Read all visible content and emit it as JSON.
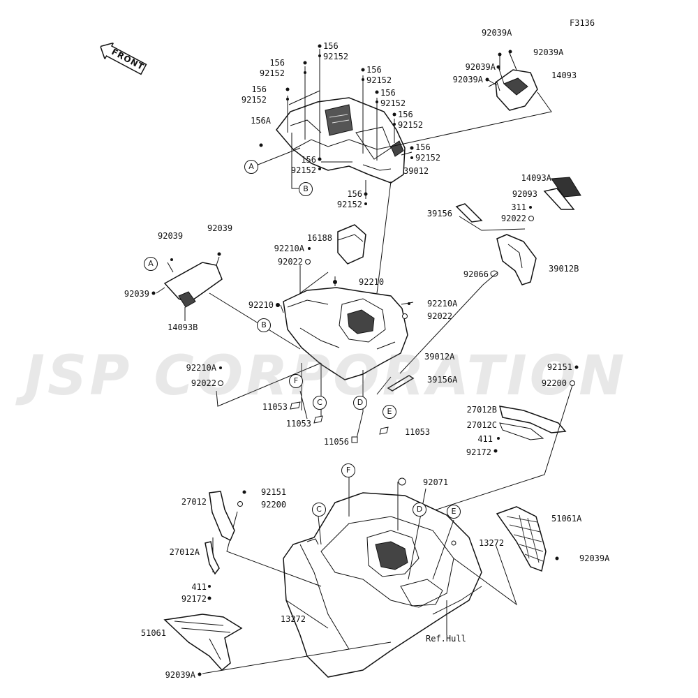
{
  "figure_code": "F3136",
  "front_label": "FRONT",
  "watermark": "JSP CORPORATION",
  "ref_hull": "Ref.Hull",
  "callouts": {
    "A": "A",
    "B": "B",
    "C": "C",
    "D": "D",
    "E": "E",
    "F": "F"
  },
  "parts": {
    "p156": "156",
    "p156A": "156A",
    "p92152": "92152",
    "p39012": "39012",
    "p92039A": "92039A",
    "p14093": "14093",
    "p14093A": "14093A",
    "p92093": "92093",
    "p311": "311",
    "p39156": "39156",
    "p92022": "92022",
    "p92066": "92066",
    "p39012B": "39012B",
    "p16188": "16188",
    "p92210A": "92210A",
    "p92210": "92210",
    "p92039": "92039",
    "p14093B": "14093B",
    "p39012A": "39012A",
    "p39156A": "39156A",
    "p11053": "11053",
    "p11056": "11056",
    "p92151": "92151",
    "p92200": "92200",
    "p27012B": "27012B",
    "p27012C": "27012C",
    "p411": "411",
    "p92172": "92172",
    "p92071": "92071",
    "p27012": "27012",
    "p27012A": "27012A",
    "p13272": "13272",
    "p51061A": "51061A",
    "p51061": "51061"
  }
}
